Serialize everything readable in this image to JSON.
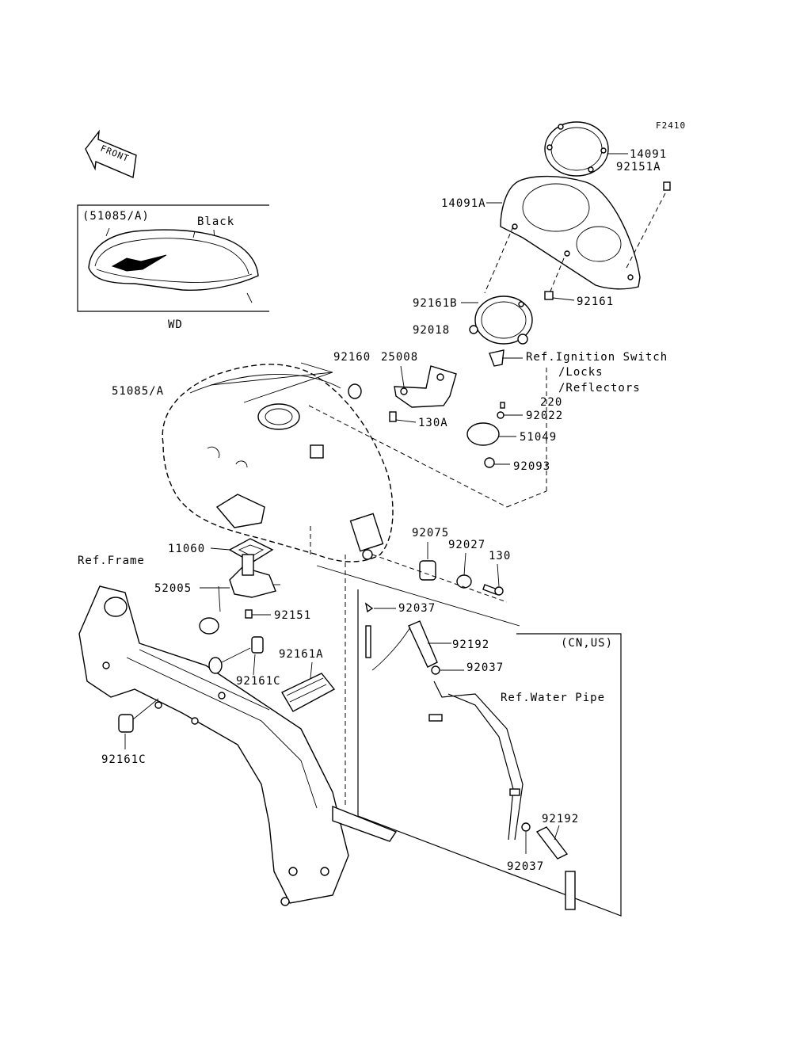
{
  "figure_code": "F2410",
  "front_arrow": "FRONT",
  "inset": {
    "code": "(51085/A)",
    "color_label": "Black",
    "note": "WD"
  },
  "callouts": {
    "p14091": "14091",
    "p14091A": "14091A",
    "p92151A": "92151A",
    "p92161": "92161",
    "p92161B": "92161B",
    "p92018": "92018",
    "ref_ignition": "Ref.Ignition Switch",
    "ref_locks": "/Locks",
    "ref_reflectors": "/Reflectors",
    "p92160": "92160",
    "p25008": "25008",
    "p51085A": "51085/A",
    "p130A": "130A",
    "p220": "220",
    "p92022": "92022",
    "p51049": "51049",
    "p92093": "92093",
    "p11060": "11060",
    "ref_frame": "Ref.Frame",
    "p52005": "52005",
    "p92151": "92151",
    "p92075": "92075",
    "p92027": "92027",
    "p130": "130",
    "p92037_a": "92037",
    "p92192_a": "92192",
    "p92037_b": "92037",
    "p92161A": "92161A",
    "p92161C_a": "92161C",
    "p92161C_b": "92161C",
    "region_label": "(CN,US)",
    "ref_water_pipe": "Ref.Water Pipe",
    "p92192_b": "92192",
    "p92037_c": "92037"
  }
}
